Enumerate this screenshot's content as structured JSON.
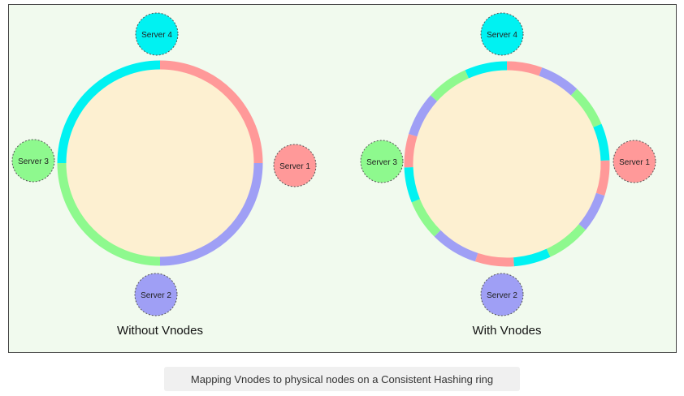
{
  "caption": "Mapping Vnodes to physical nodes on a Consistent Hashing ring",
  "colors": {
    "server1": "#ff9999",
    "server2": "#9f9ff5",
    "server3": "#8ef98e",
    "server4": "#00f2f2",
    "ring_fill": "#fdf0d1",
    "background": "#f1faee"
  },
  "diagrams": [
    {
      "label": "Without Vnodes",
      "servers": [
        {
          "label": "Server 1",
          "color": "server1"
        },
        {
          "label": "Server 2",
          "color": "server2"
        },
        {
          "label": "Server 3",
          "color": "server3"
        },
        {
          "label": "Server 4",
          "color": "server4"
        }
      ],
      "arcs": [
        {
          "from": 0,
          "to": 90,
          "color": "server1"
        },
        {
          "from": 90,
          "to": 180,
          "color": "server2"
        },
        {
          "from": 180,
          "to": 270,
          "color": "server3"
        },
        {
          "from": 270,
          "to": 360,
          "color": "server4"
        }
      ]
    },
    {
      "label": "With Vnodes",
      "servers": [
        {
          "label": "Server 1",
          "color": "server1"
        },
        {
          "label": "Server 2",
          "color": "server2"
        },
        {
          "label": "Server 3",
          "color": "server3"
        },
        {
          "label": "Server 4",
          "color": "server4"
        }
      ],
      "arcs": [
        {
          "from": 0,
          "to": 20,
          "color": "server1"
        },
        {
          "from": 20,
          "to": 43,
          "color": "server2"
        },
        {
          "from": 43,
          "to": 67,
          "color": "server3"
        },
        {
          "from": 67,
          "to": 88,
          "color": "server4"
        },
        {
          "from": 88,
          "to": 108,
          "color": "server1"
        },
        {
          "from": 108,
          "to": 130,
          "color": "server2"
        },
        {
          "from": 130,
          "to": 155,
          "color": "server3"
        },
        {
          "from": 155,
          "to": 176,
          "color": "server4"
        },
        {
          "from": 176,
          "to": 198,
          "color": "server1"
        },
        {
          "from": 198,
          "to": 225,
          "color": "server2"
        },
        {
          "from": 225,
          "to": 248,
          "color": "server3"
        },
        {
          "from": 248,
          "to": 268,
          "color": "server4"
        },
        {
          "from": 268,
          "to": 287,
          "color": "server1"
        },
        {
          "from": 287,
          "to": 312,
          "color": "server2"
        },
        {
          "from": 312,
          "to": 336,
          "color": "server3"
        },
        {
          "from": 336,
          "to": 360,
          "color": "server4"
        }
      ]
    }
  ]
}
